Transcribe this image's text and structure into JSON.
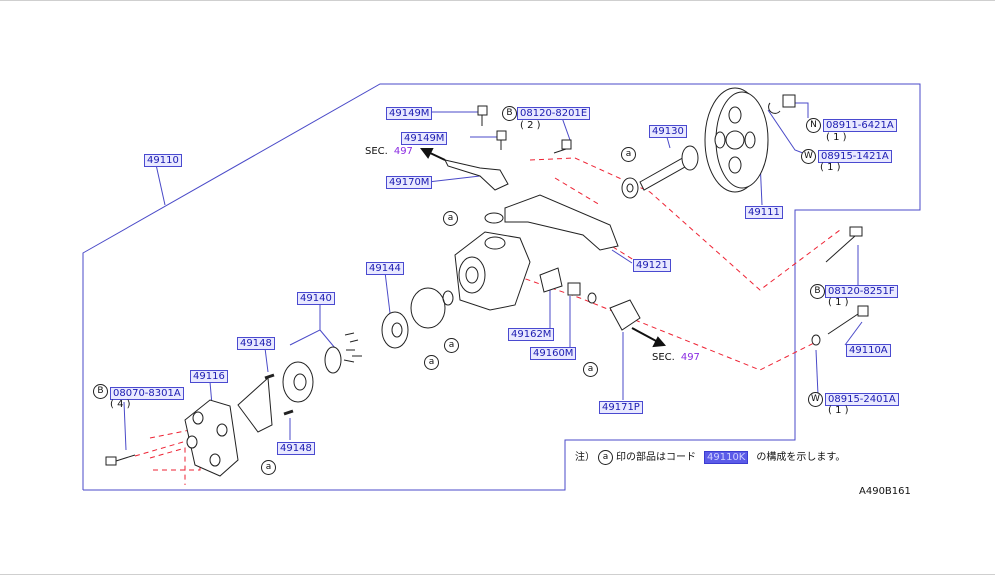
{
  "diagram": {
    "drawing_code": "A490B161",
    "note": {
      "prefix": "注）",
      "marker": "a",
      "text_before": "印の部品はコード",
      "code": "49110K",
      "text_after": "の構成を示します。"
    },
    "sections": [
      {
        "label": "SEC.",
        "number": "497"
      },
      {
        "label": "SEC.",
        "number": "497"
      }
    ],
    "parts": {
      "p49110": "49110",
      "p49149M_a": "49149M",
      "p49149M_b": "49149M",
      "p08120_8201E": "08120-8201E",
      "p49170M": "49170M",
      "p49130": "49130",
      "p08911_6421A": "08911-6421A",
      "p08915_1421A": "08915-1421A",
      "p49111": "49111",
      "p49121": "49121",
      "p49144": "49144",
      "p49140": "49140",
      "p49148_a": "49148",
      "p49148_b": "49148",
      "p49116": "49116",
      "p08070_8301A": "08070-8301A",
      "p49162M": "49162M",
      "p49160M": "49160M",
      "p49171P": "49171P",
      "p08120_8251F": "08120-8251F",
      "p49110A": "49110A",
      "p08915_2401A": "08915-2401A"
    },
    "quantities": {
      "q08120_8201E": "( 2 )",
      "q08911_6421A": "( 1 )",
      "q08915_1421A": "( 1 )",
      "q08120_8251F": "( 1 )",
      "q08070_8301A": "( 4 )",
      "q08915_2401A": "( 1 )"
    },
    "markers": {
      "B": "B",
      "N": "N",
      "W": "W",
      "a": "a"
    }
  }
}
